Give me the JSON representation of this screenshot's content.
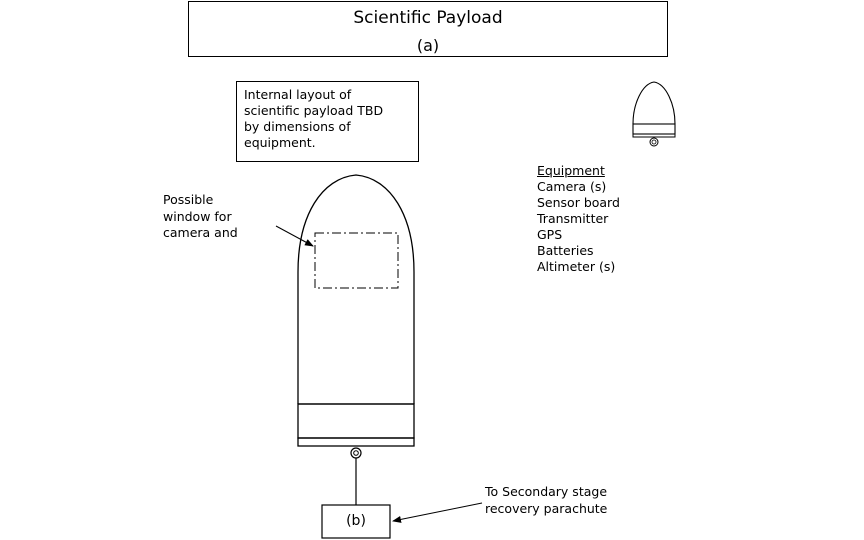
{
  "title": {
    "main": "Scientific Payload",
    "sub": "(a)"
  },
  "internal_note": [
    "Internal layout of",
    "scientific payload TBD",
    "by dimensions of",
    "equipment."
  ],
  "window_note": [
    "Possible",
    "window for",
    "camera and"
  ],
  "equipment": {
    "heading": "Equipment",
    "items": [
      "Camera (s)",
      "Sensor board",
      "Transmitter",
      "GPS",
      "Batteries",
      "Altimeter (s)"
    ]
  },
  "parachute_box": {
    "label": "(b)"
  },
  "recovery_note": [
    "To Secondary stage",
    "recovery parachute"
  ]
}
